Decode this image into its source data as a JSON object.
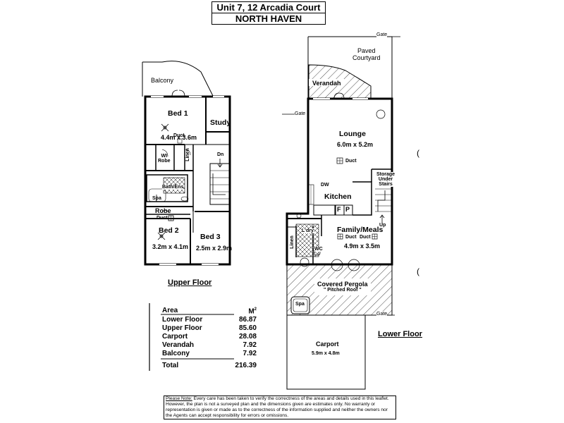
{
  "header": {
    "line1": "Unit 7, 12 Arcadia Court",
    "line2": "NORTH HAVEN"
  },
  "upper_floor": {
    "title": "Upper Floor",
    "balcony": "Balcony",
    "bed1": {
      "name": "Bed 1",
      "size": "4.4m x 3.6m"
    },
    "study": "Study",
    "duct": "Duct",
    "wi_robe": "WI\nRobe",
    "linen": "Linen",
    "dn": "Dn",
    "bath_ens": "Bath/Ens",
    "spa": "Spa",
    "robe": "Robe",
    "duct2": "Duct",
    "bed2": {
      "name": "Bed 2",
      "size": "3.2m x 4.1m"
    },
    "bed3": {
      "name": "Bed 3",
      "size": "2.5m x 2.9m"
    }
  },
  "lower_floor": {
    "title": "Lower Floor",
    "gate_top": "Gate",
    "gate_left": "Gate",
    "gate_mid": "Gate",
    "paved": "Paved\nCourtyard",
    "verandah": "Verandah",
    "lounge": {
      "name": "Lounge",
      "size": "6.0m x 5.2m"
    },
    "duct": "Duct",
    "storage": "Storage\nUnder\nStairs",
    "dw": "DW",
    "kitchen": "Kitchen",
    "f": "F",
    "p": "P",
    "up": "Up",
    "lndry": "L'dry",
    "linen": "Linen",
    "wc": "WC",
    "family": {
      "name": "Family/Meals",
      "size": "4.9m x 3.5m"
    },
    "duct_a": "Duct",
    "duct_b": "Duct",
    "pergola": "Covered Pergola",
    "pergola_roof": "\" Pitched Roof \"",
    "spa": "Spa",
    "carport": {
      "name": "Carport",
      "size": "5.9m x 4.8m"
    }
  },
  "area_table": {
    "header": [
      "Area",
      "M"
    ],
    "superscript": "2",
    "rows": [
      {
        "name": "Lower Floor",
        "value": "86.87"
      },
      {
        "name": "Upper Floor",
        "value": "85.60"
      },
      {
        "name": "Carport",
        "value": "28.08"
      },
      {
        "name": "Verandah",
        "value": "7.92"
      },
      {
        "name": "Balcony",
        "value": "7.92"
      }
    ],
    "total": {
      "name": "Total",
      "value": "216.39"
    }
  },
  "note": {
    "label": "Please Note:",
    "text": "Every care has been taken to verify the correctness of the areas and details used in this leaflet. However, the plan is not a surveyed plan and the dimensions given are estimates only. No warranty or representation is given or made as to the correctness of the information supplied and neither the owners nor the Agents can accept responsibility for errors or omissions."
  },
  "stray_marks": [
    "(",
    "("
  ]
}
